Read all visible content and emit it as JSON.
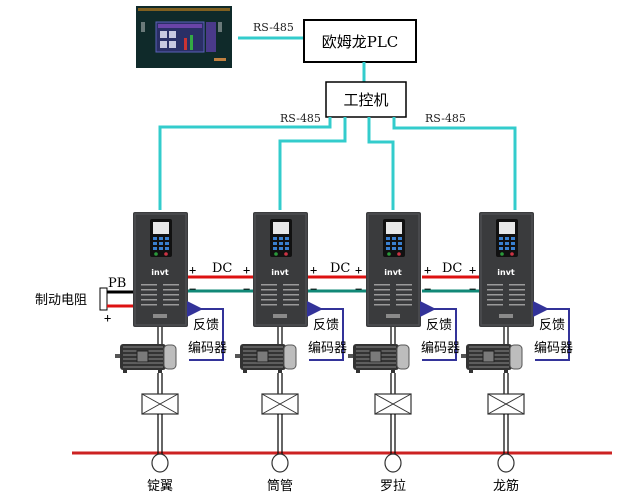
{
  "hmi": {
    "name": "touch-screen-hmi"
  },
  "plc": {
    "label": "欧姆龙PLC"
  },
  "ipc": {
    "label": "工控机"
  },
  "links": {
    "hmi_plc_protocol": "RS-485",
    "ipc_left_protocol": "RS-485",
    "ipc_right_protocol": "RS-485"
  },
  "brake_resistor": {
    "label": "制动电阻",
    "terminal": "PB",
    "plus": "+"
  },
  "dc_bus": {
    "label": "DC",
    "plus": "+",
    "minus": "−"
  },
  "drives": [
    {
      "brand": "invt",
      "feedback": "反馈",
      "encoder": "编码器",
      "load": "锭翼"
    },
    {
      "brand": "invt",
      "feedback": "反馈",
      "encoder": "编码器",
      "load": "筒管"
    },
    {
      "brand": "invt",
      "feedback": "反馈",
      "encoder": "编码器",
      "load": "罗拉"
    },
    {
      "brand": "invt",
      "feedback": "反馈",
      "encoder": "编码器",
      "load": "龙筋"
    }
  ],
  "colors": {
    "rs485": "#33cccc",
    "dc_plus": "#dd1111",
    "dc_minus": "#118877",
    "feedback": "#333399",
    "ground_line": "#cc2222",
    "drive_body": "#3a3b3d"
  }
}
